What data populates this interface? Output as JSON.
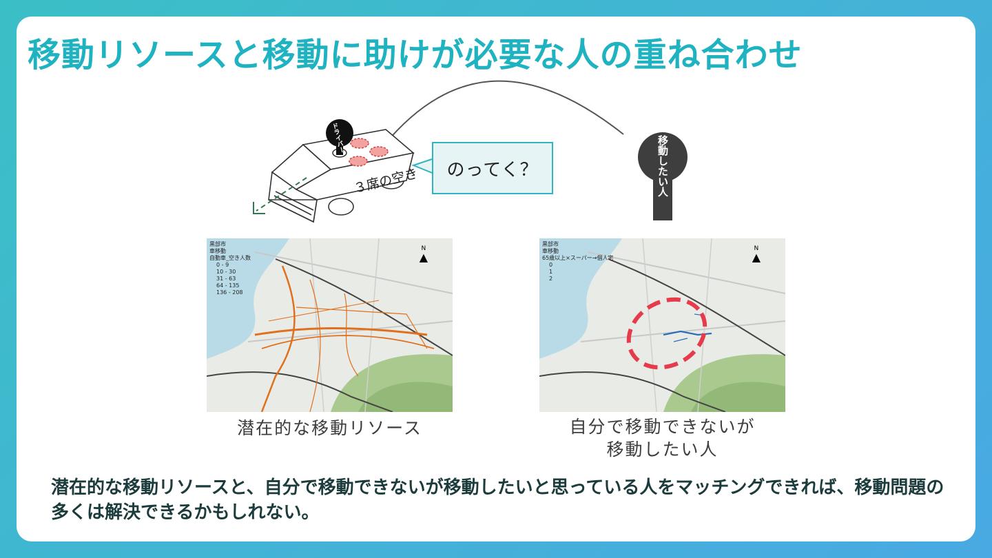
{
  "title": "移動リソースと移動に助けが必要な人の重ね合わせ",
  "illustration": {
    "driver_label": "ドライバー",
    "car_seats_label": "３席の空き",
    "speech_bubble": "のってく？",
    "person_label": "移動したい人",
    "colors": {
      "seat": "#f2a3a0",
      "bubble_border": "#2fb4c1",
      "bubble_fill": "#e6f4f5",
      "pin": "#3e3e3e"
    }
  },
  "map_left": {
    "legend": {
      "area": "黒部市",
      "mode": "車移動",
      "metric": "自動車_空き人数",
      "ranges": [
        "0 - 9",
        "10 - 30",
        "31 - 63",
        "64 - 135",
        "136 - 208"
      ]
    },
    "caption": "潜在的な移動リソース",
    "route_color": "#e0701d"
  },
  "map_right": {
    "legend": {
      "area": "黒部市",
      "mode": "車移動",
      "metric": "65歳以上×スーパー→個人宅",
      "ranges": [
        "0",
        "1",
        "2"
      ]
    },
    "caption_line1": "自分で移動できないが",
    "caption_line2": "移動したい人",
    "route_color": "#2b6fb8",
    "highlight_color": "#e63b4b"
  },
  "north_label": "N",
  "bottom_text": "潜在的な移動リソースと、自分で移動できないが移動したいと思っている人をマッチングできれば、移動問題の多くは解決できるかもしれない。"
}
